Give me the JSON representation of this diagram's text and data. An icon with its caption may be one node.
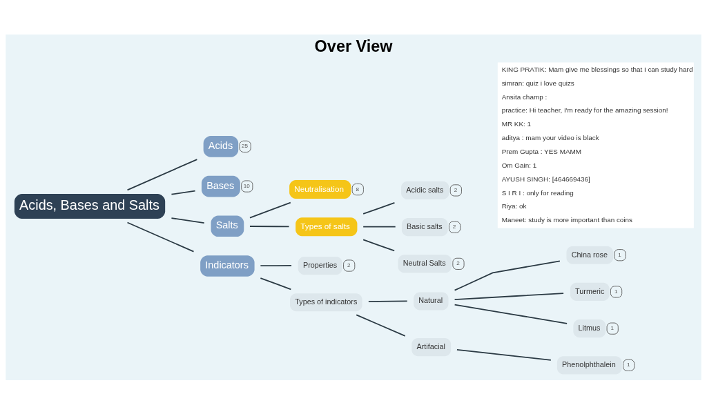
{
  "diagram": {
    "title": "Over View",
    "nodes": [
      {
        "text": [
          "Acids, Bases and Salts"
        ]
      },
      {
        "text": [
          "Acids"
        ],
        "beside": [
          "25"
        ]
      },
      {
        "text": [
          "Bases"
        ],
        "beside": [
          "10"
        ]
      },
      {
        "text": [
          "Salts"
        ]
      },
      {
        "text": [
          "Neutralisation"
        ],
        "beside": [
          "8"
        ]
      },
      {
        "text": [
          "Types of salts"
        ]
      },
      {
        "text": [
          "Acidic salts"
        ],
        "beside": [
          "2"
        ]
      },
      {
        "text": [
          "Basic salts"
        ],
        "beside": [
          "2"
        ]
      },
      {
        "text": [
          "Neutral Salts"
        ],
        "beside": [
          "2"
        ]
      },
      {
        "text": [
          "Indicators"
        ]
      },
      {
        "text": [
          "Properties"
        ],
        "beside": [
          "2"
        ]
      },
      {
        "text": [
          "Types of indicators"
        ]
      },
      {
        "text": [
          "Natural"
        ]
      },
      {
        "text": [
          "China rose"
        ],
        "beside": [
          "1"
        ]
      },
      {
        "text": [
          "Turmeric"
        ],
        "beside": [
          "1"
        ]
      },
      {
        "text": [
          "Litmus"
        ],
        "beside": [
          "1"
        ]
      },
      {
        "text": [
          "Artifacial"
        ]
      },
      {
        "text": [
          "Phenolphthalein"
        ],
        "beside": [
          "1"
        ]
      }
    ],
    "edges": [
      {
        "from": 0,
        "to": 1,
        "arrow": "none"
      },
      {
        "from": 0,
        "to": 2,
        "arrow": "none"
      },
      {
        "from": 0,
        "to": 3,
        "arrow": "none"
      },
      {
        "from": 0,
        "to": 9,
        "arrow": "none"
      },
      {
        "from": 3,
        "to": 4,
        "arrow": "none"
      },
      {
        "from": 3,
        "to": 5,
        "arrow": "none"
      },
      {
        "from": 5,
        "to": 6,
        "arrow": "none"
      },
      {
        "from": 5,
        "to": 7,
        "arrow": "none"
      },
      {
        "from": 5,
        "to": 8,
        "arrow": "none"
      },
      {
        "from": 9,
        "to": 10,
        "arrow": "none"
      },
      {
        "from": 9,
        "to": 11,
        "arrow": "none"
      },
      {
        "from": 11,
        "to": 12,
        "arrow": "none"
      },
      {
        "from": 11,
        "to": 16,
        "arrow": "none"
      },
      {
        "from": 12,
        "to": 13,
        "arrow": "none"
      },
      {
        "from": 12,
        "to": 14,
        "arrow": "none"
      },
      {
        "from": 12,
        "to": 15,
        "arrow": "none"
      },
      {
        "from": 16,
        "to": 17,
        "arrow": "none"
      }
    ],
    "labels": [
      "KING PRATIK: Mam give me blessings so that I can study hard",
      "simran: quiz i love quizs",
      "Ansita champ :",
      "practice: Hi teacher, I'm ready for the amazing session!",
      "MR KK: 1",
      "aditya : mam your video is black",
      "Prem Gupta : YES MAMM",
      "Om Gain: 1",
      "AYUSH SINGH: [464669436]",
      "S I R I : only for reading",
      "Riya: ok",
      "Maneet: study is more important than coins"
    ]
  }
}
